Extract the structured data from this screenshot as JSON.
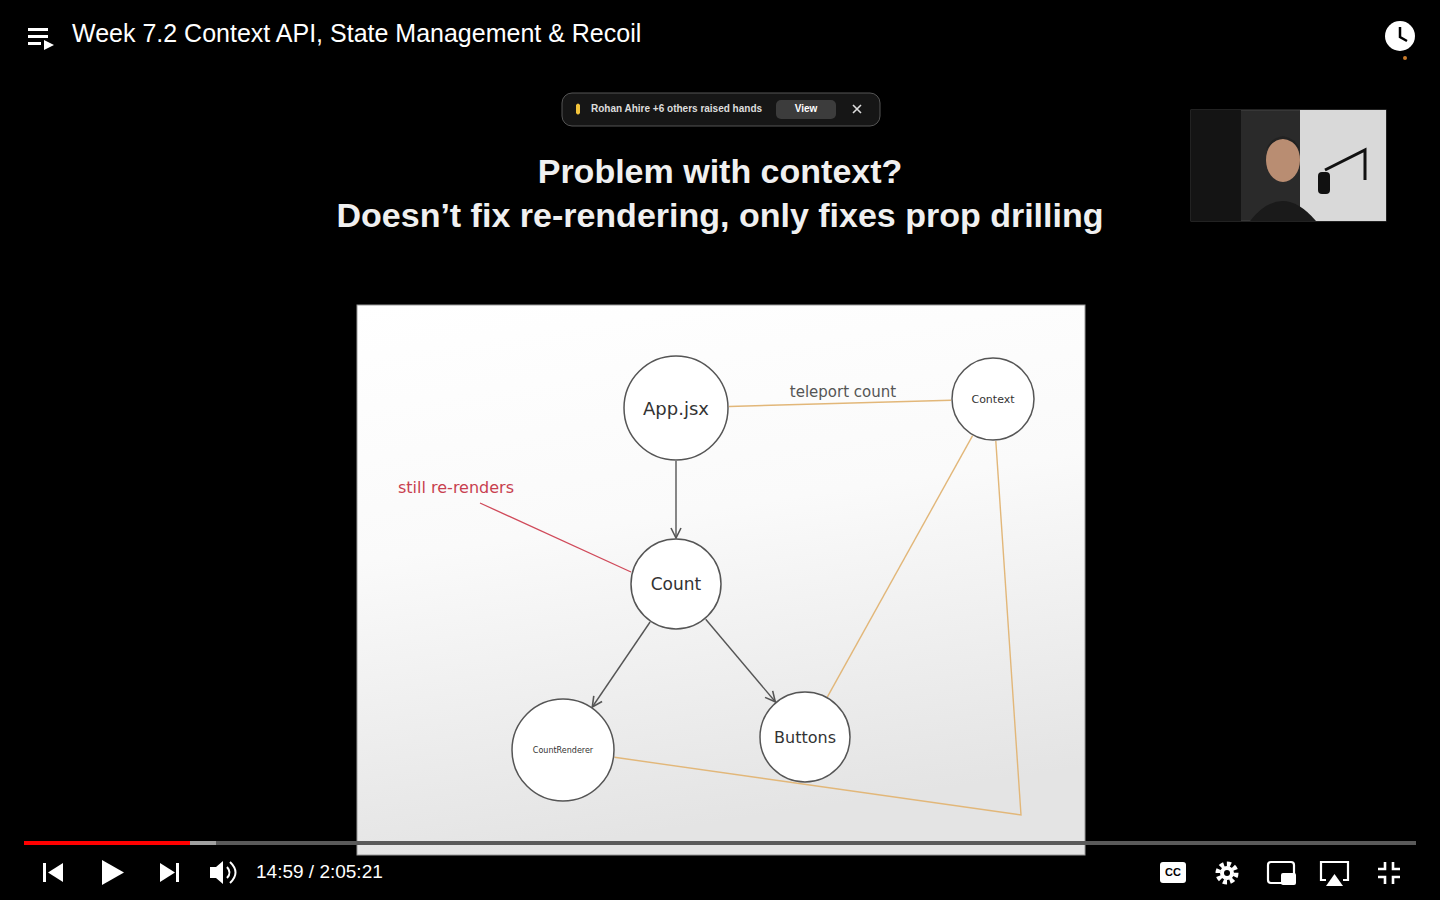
{
  "diagram": {
    "title": "Problem with context?",
    "nodes": [
      {
        "text": [
          "App.jsx"
        ]
      },
      {
        "text": [
          "Context"
        ]
      },
      {
        "text": [
          "Count"
        ]
      },
      {
        "text": [
          "CountRenderer"
        ]
      },
      {
        "text": [
          "Buttons"
        ]
      }
    ],
    "edges": [
      {
        "from": 0,
        "to": 2,
        "arrow": "to"
      },
      {
        "from": 2,
        "to": 3,
        "arrow": "to"
      },
      {
        "from": 2,
        "to": 4,
        "arrow": "to"
      },
      {
        "from": 0,
        "to": 1,
        "label": "teleport count",
        "arrow": "none"
      },
      {
        "from": 1,
        "to": 4,
        "arrow": "none"
      },
      {
        "from": 1,
        "to": 3,
        "arrow": "none"
      }
    ],
    "labels": [
      "Week 7.2 Context API, State Management & Recoil",
      "Rohan Ahire +6 others raised hands",
      "View",
      "Doesn’t fix re-rendering, only fixes prop drilling",
      "still re-renders",
      "14:59 / 2:05:21",
      "CC"
    ]
  }
}
